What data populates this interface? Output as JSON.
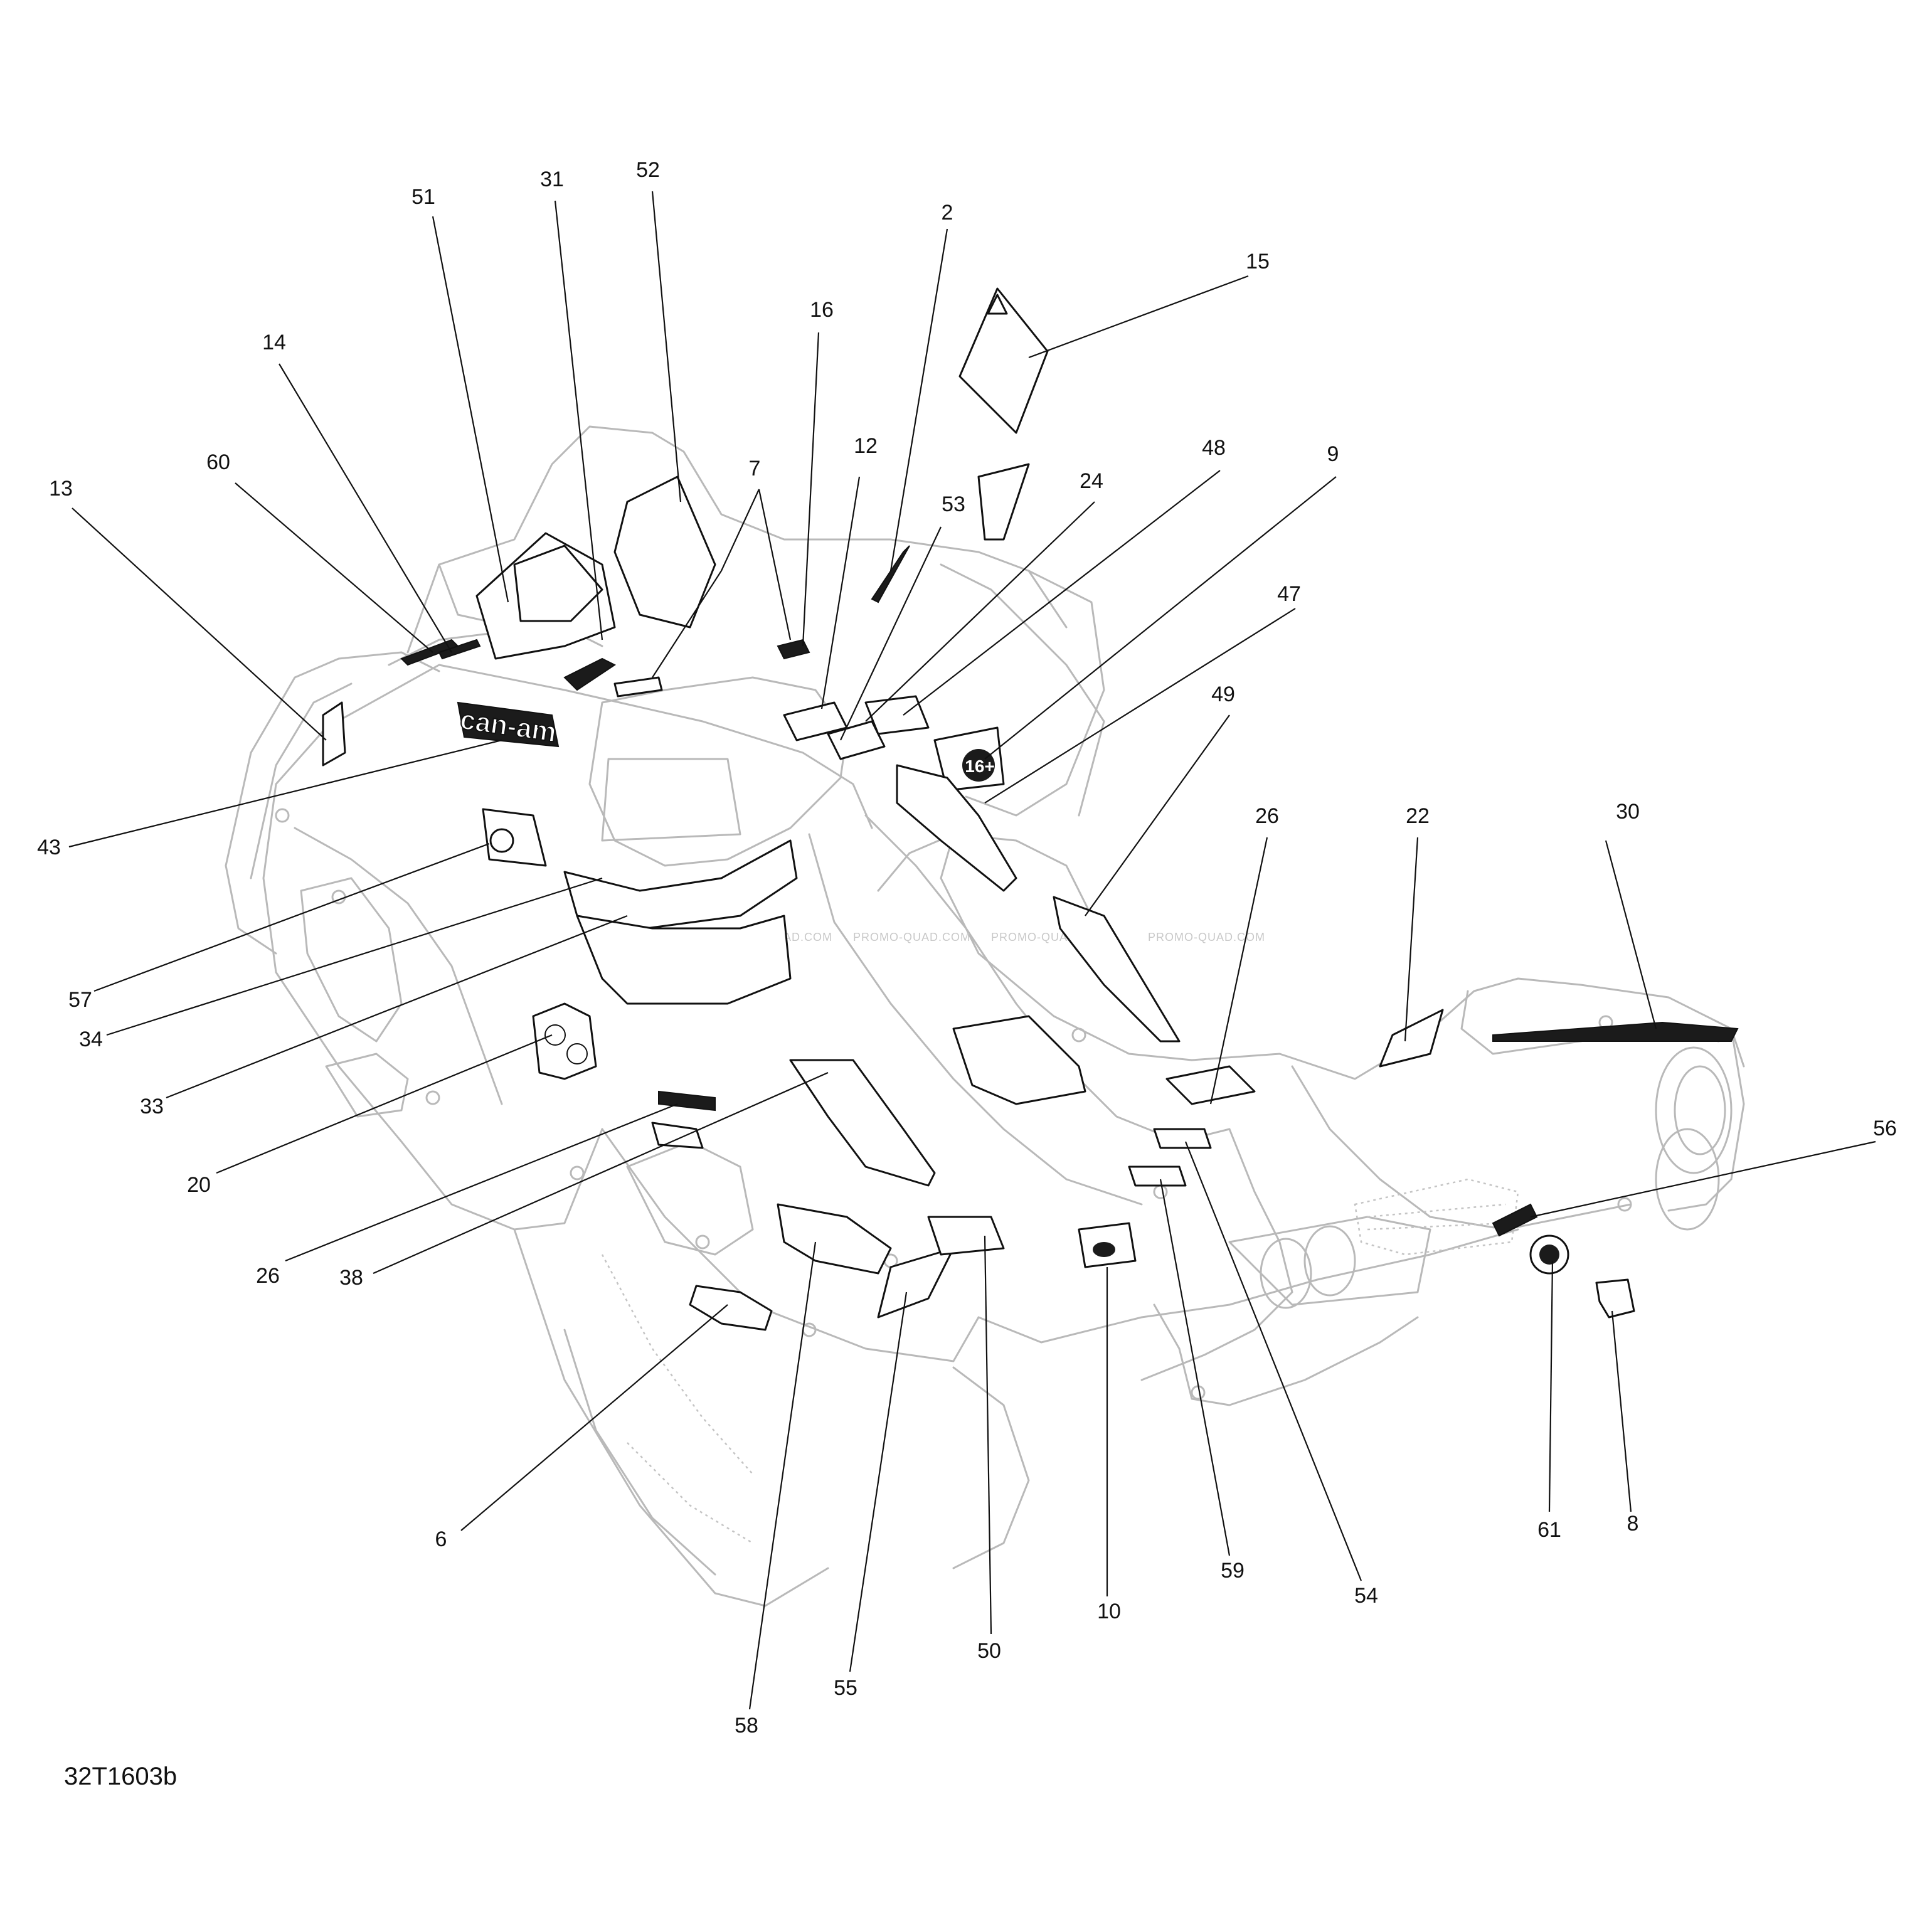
{
  "drawing_id": "32T1603b",
  "watermark": "PROMO-QUAD.COM",
  "decal_texts": {
    "brand": "can-am",
    "age_rating": "16+"
  },
  "callouts": [
    {
      "id": "51",
      "label": "51"
    },
    {
      "id": "31",
      "label": "31"
    },
    {
      "id": "52",
      "label": "52"
    },
    {
      "id": "2",
      "label": "2"
    },
    {
      "id": "15",
      "label": "15"
    },
    {
      "id": "16",
      "label": "16"
    },
    {
      "id": "14",
      "label": "14"
    },
    {
      "id": "7",
      "label": "7"
    },
    {
      "id": "12",
      "label": "12"
    },
    {
      "id": "48",
      "label": "48"
    },
    {
      "id": "9",
      "label": "9"
    },
    {
      "id": "60",
      "label": "60"
    },
    {
      "id": "53",
      "label": "53"
    },
    {
      "id": "24",
      "label": "24"
    },
    {
      "id": "13",
      "label": "13"
    },
    {
      "id": "47",
      "label": "47"
    },
    {
      "id": "49",
      "label": "49"
    },
    {
      "id": "26a",
      "label": "26"
    },
    {
      "id": "22",
      "label": "22"
    },
    {
      "id": "30",
      "label": "30"
    },
    {
      "id": "43",
      "label": "43"
    },
    {
      "id": "57",
      "label": "57"
    },
    {
      "id": "34",
      "label": "34"
    },
    {
      "id": "33",
      "label": "33"
    },
    {
      "id": "20",
      "label": "20"
    },
    {
      "id": "56",
      "label": "56"
    },
    {
      "id": "26b",
      "label": "26"
    },
    {
      "id": "38",
      "label": "38"
    },
    {
      "id": "6",
      "label": "6"
    },
    {
      "id": "61",
      "label": "61"
    },
    {
      "id": "8",
      "label": "8"
    },
    {
      "id": "59",
      "label": "59"
    },
    {
      "id": "54",
      "label": "54"
    },
    {
      "id": "10",
      "label": "10"
    },
    {
      "id": "50",
      "label": "50"
    },
    {
      "id": "55",
      "label": "55"
    },
    {
      "id": "58",
      "label": "58"
    }
  ]
}
